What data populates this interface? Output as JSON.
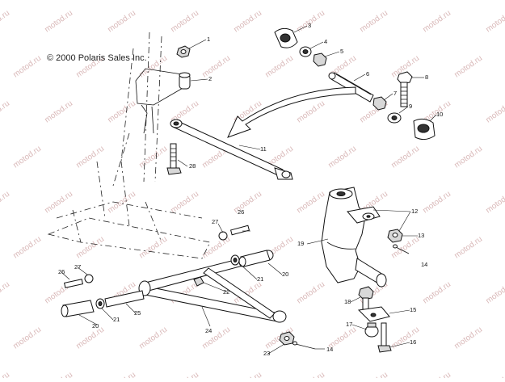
{
  "copyright": "© 2000 Polaris Sales Inc.",
  "watermark": "motod.ru",
  "callouts": {
    "p1": "1",
    "p2": "2",
    "p3": "3",
    "p4": "4",
    "p5": "5",
    "p6": "6",
    "p7": "7",
    "p8": "8",
    "p9": "9",
    "p10": "10",
    "p11": "11",
    "p12": "12",
    "p13": "13",
    "p14a": "14",
    "p14b": "14",
    "p15": "15",
    "p16": "16",
    "p17": "17",
    "p18": "18",
    "p19": "19",
    "p20a": "20",
    "p20b": "20",
    "p21a": "21",
    "p21b": "21",
    "p22": "22",
    "p23": "23",
    "p24": "24",
    "p25": "25",
    "p26a": "26",
    "p26b": "26",
    "p27a": "27",
    "p27b": "27",
    "p28": "28"
  }
}
